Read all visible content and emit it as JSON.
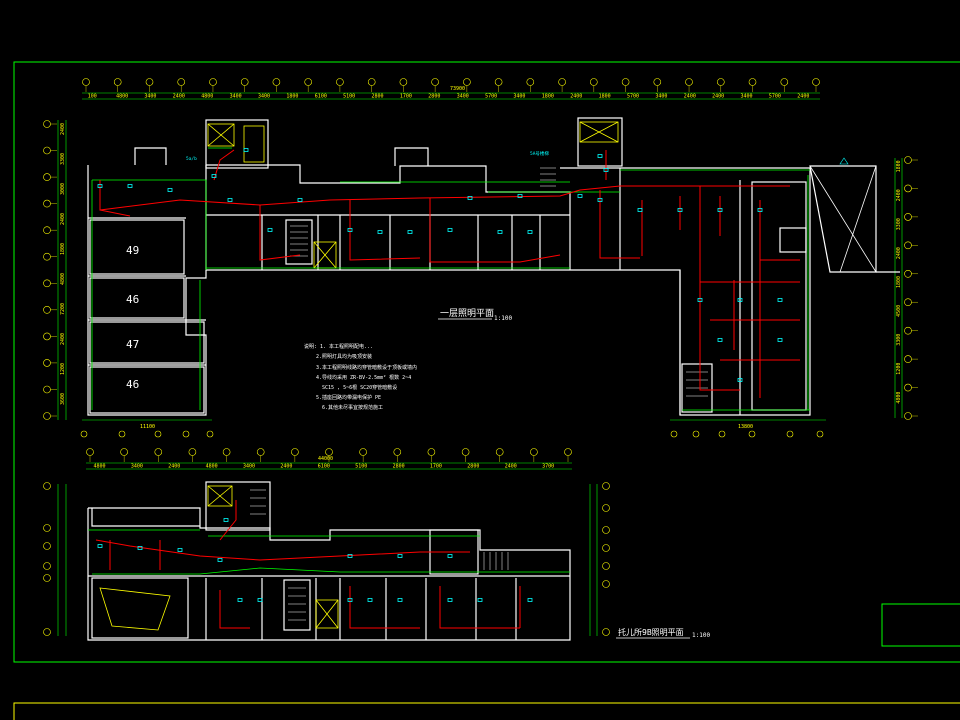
{
  "colors": {
    "background": "#000000",
    "frame": "#00ff00",
    "walls": "#ffffff",
    "dimension": "#ffff00",
    "circuit": "#ff0000",
    "fixture": "#00ffff",
    "grid_bubble": "#ffff00"
  },
  "plans": {
    "first_floor_title": "一层照明平面",
    "first_floor_scale": "1:100",
    "ninth_floor_title": "托儿所9B照明平面",
    "ninth_floor_scale": "1:100"
  },
  "rooms": {
    "r49": "49",
    "r46a": "46",
    "r47": "47",
    "r46b": "46"
  },
  "overall_dims": {
    "top": "73900",
    "lower_top": "44000",
    "bottom_left": "11100",
    "bottom_right": "13800"
  },
  "top_dims": [
    "100",
    "4800",
    "3400",
    "2400",
    "4800",
    "3400",
    "3400",
    "1800",
    "6100",
    "5100",
    "2800",
    "1700",
    "2800",
    "3400",
    "5700",
    "3400",
    "1800",
    "2400",
    "1800",
    "5700",
    "3400",
    "2400",
    "2400",
    "3400",
    "5700",
    "2400"
  ],
  "lower_dims": [
    "4800",
    "3400",
    "2400",
    "4800",
    "3400",
    "2400",
    "6100",
    "5100",
    "2800",
    "1700",
    "2800",
    "2400",
    "3700"
  ],
  "left_dims": [
    "2400",
    "3300",
    "3000",
    "2400",
    "1800",
    "4800",
    "7200",
    "2400",
    "1200",
    "3600"
  ],
  "right_dims": [
    "1800",
    "2400",
    "3300",
    "2400",
    "1800",
    "4500",
    "3300",
    "1200",
    "4800"
  ],
  "notes": {
    "n1": "说明: 1. 本工程照明配电...",
    "n2": "2.照明灯具均为吸顶安装",
    "n3": "3.本工程照明线路均穿管暗敷设于顶板或墙内",
    "n4": "4.导线均采用    ZR-BV-2.5mm²  根数  2~4",
    "n5": "SC15 , 5~6根 SC20穿管暗敷设",
    "n6": "5.插座回路均带漏电保护  PE",
    "n7": "6.其他未尽事宜按规范施工"
  },
  "tags": {
    "shaft": "5a/b",
    "stair_tag": "5A号楼梯"
  }
}
